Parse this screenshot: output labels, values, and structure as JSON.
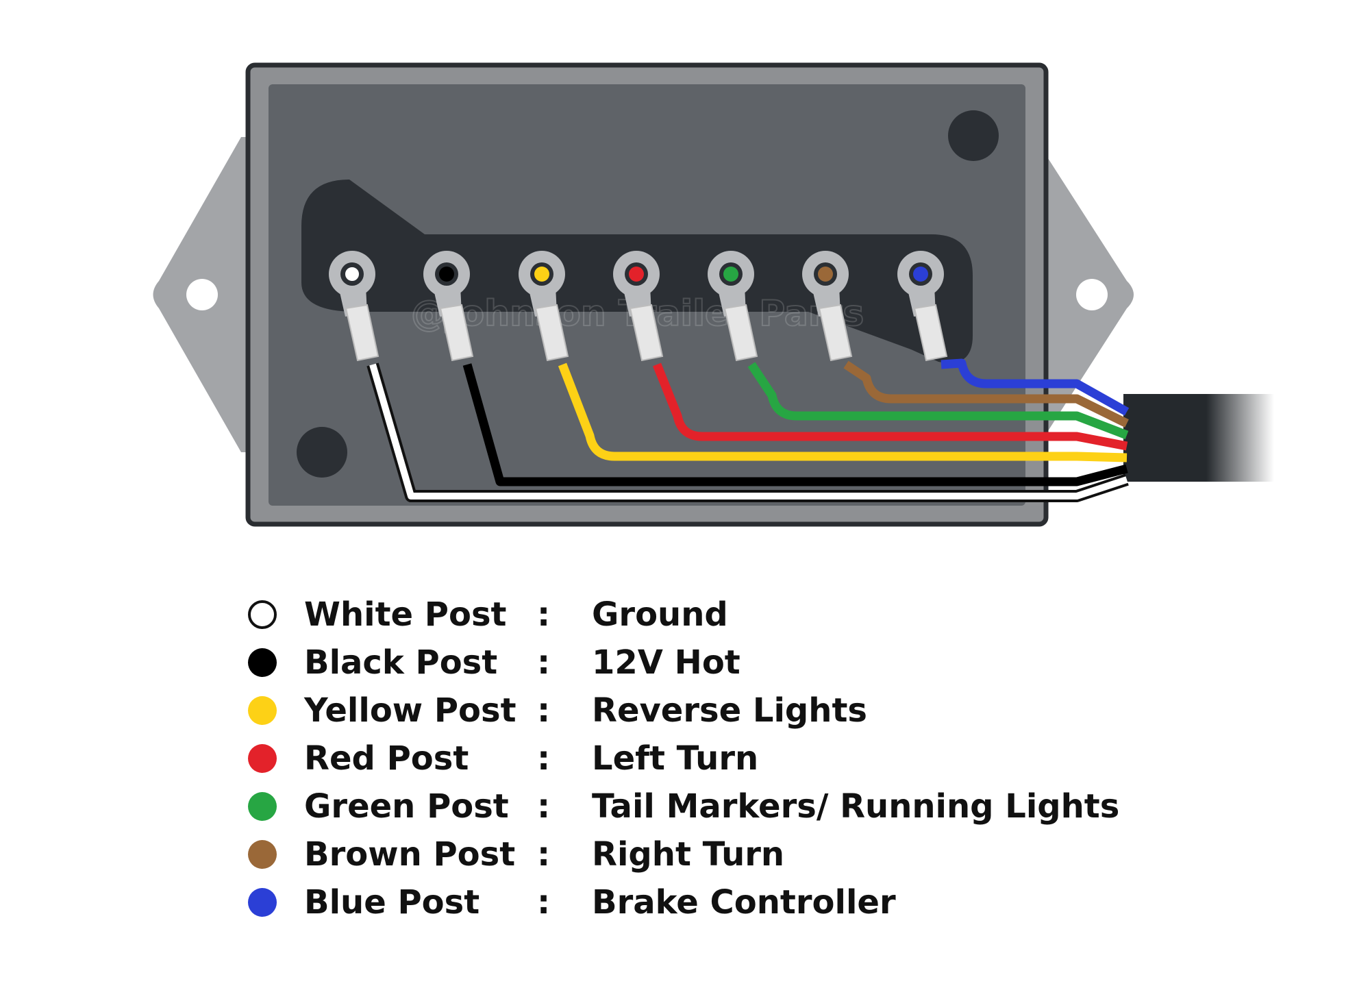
{
  "watermark": "@Johnson Trailer Parts",
  "colors": {
    "flange": "#a3a5a8",
    "box_outer": "#8e9093",
    "box_border": "#2a2d31",
    "box_inner": "#5f6368",
    "terminal_strip": "#2b2f34",
    "ring": "#b9bbbe",
    "sleeve": "#e6e6e6",
    "cable": "#25292d"
  },
  "posts": [
    {
      "post": "White Post",
      "function": "Ground",
      "color": "#ffffff"
    },
    {
      "post": "Black Post",
      "function": "12V Hot",
      "color": "#000000"
    },
    {
      "post": "Yellow Post",
      "function": "Reverse Lights",
      "color": "#fdd116"
    },
    {
      "post": "Red Post",
      "function": "Left Turn",
      "color": "#e3222a"
    },
    {
      "post": "Green Post",
      "function": "Tail Markers/ Running Lights",
      "color": "#27a643"
    },
    {
      "post": "Brown Post",
      "function": "Right Turn",
      "color": "#9a6838"
    },
    {
      "post": "Blue Post",
      "function": "Brake Controller",
      "color": "#2b3fd6"
    }
  ],
  "separator": ":"
}
